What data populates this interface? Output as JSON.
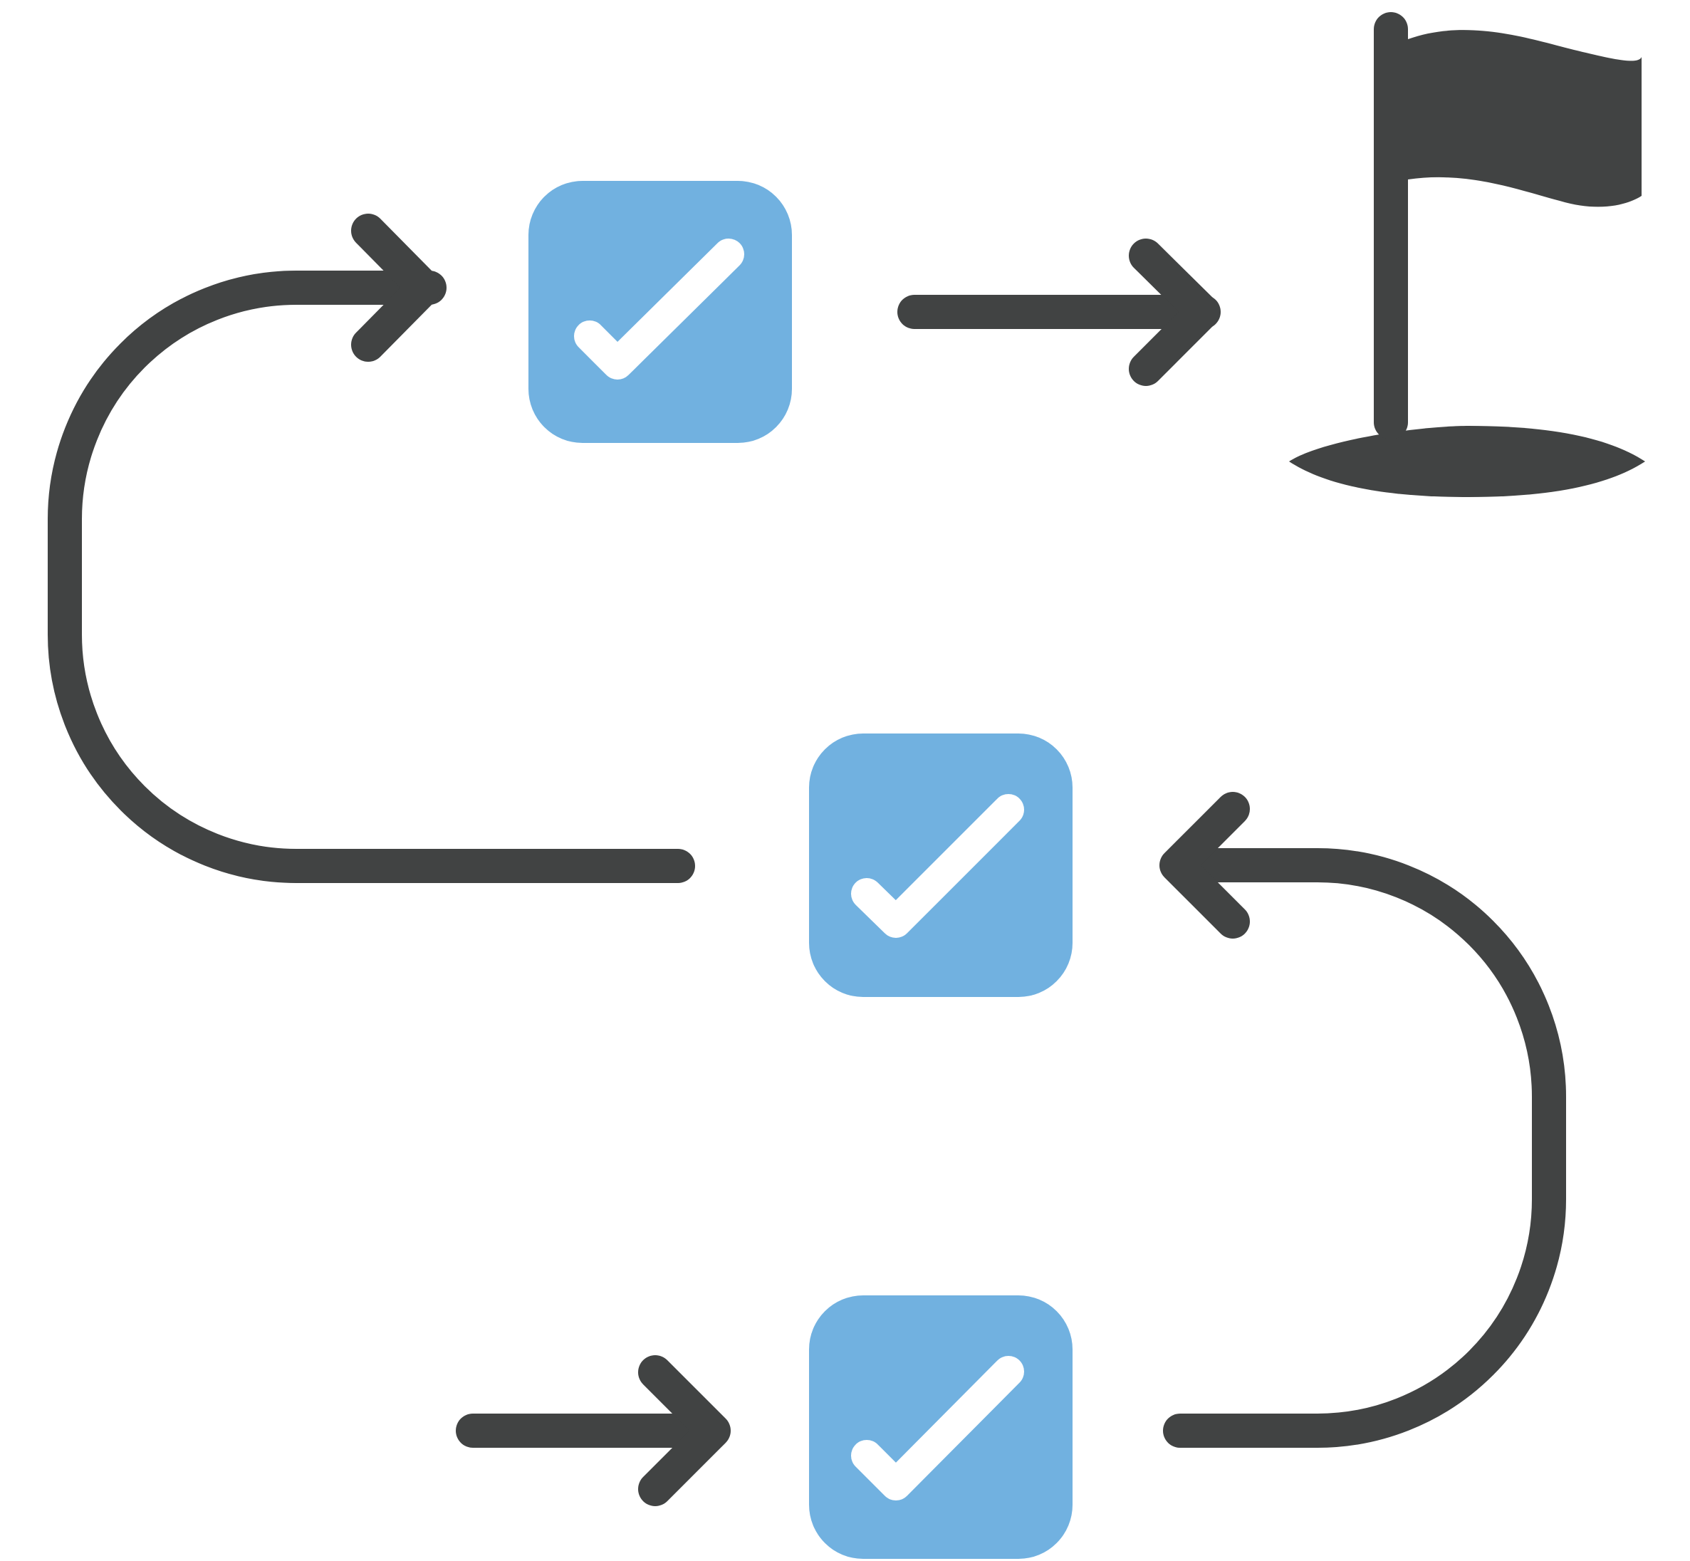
{
  "colors": {
    "background": "#ffffff",
    "line": "#414343",
    "box": "#71b1e0",
    "check": "#ffffff"
  },
  "steps": [
    {
      "id": "step-start",
      "icon": "checkbox-checked-icon",
      "status": "completed"
    },
    {
      "id": "step-middle",
      "icon": "checkbox-checked-icon",
      "status": "completed"
    },
    {
      "id": "step-top",
      "icon": "checkbox-checked-icon",
      "status": "completed"
    }
  ],
  "goal": {
    "icon": "golf-flag-icon"
  }
}
